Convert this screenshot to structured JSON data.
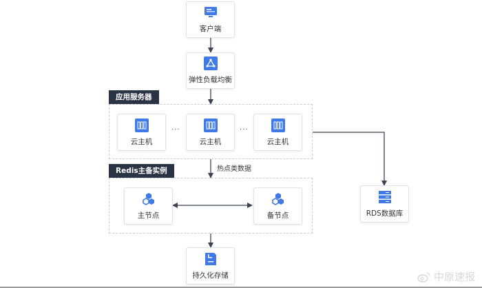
{
  "nodes": {
    "client": "客户端",
    "load_balancer": "弹性负载均衡",
    "cvm": [
      "云主机",
      "云主机",
      "云主机"
    ],
    "master": "主节点",
    "slave": "备节点",
    "rds": "RDS数据库",
    "storage": "持久化存储"
  },
  "groups": {
    "app_servers": "应用服务器",
    "redis": "Redis主备实例"
  },
  "separators": [
    "···",
    "···"
  ],
  "edge_labels": {
    "hot_data": "热点类数据"
  },
  "watermark": "中原速报",
  "colors": {
    "icon_blue": "#3f7ae6",
    "group_title_bg": "#2b3445",
    "arrow": "#3a4252"
  }
}
